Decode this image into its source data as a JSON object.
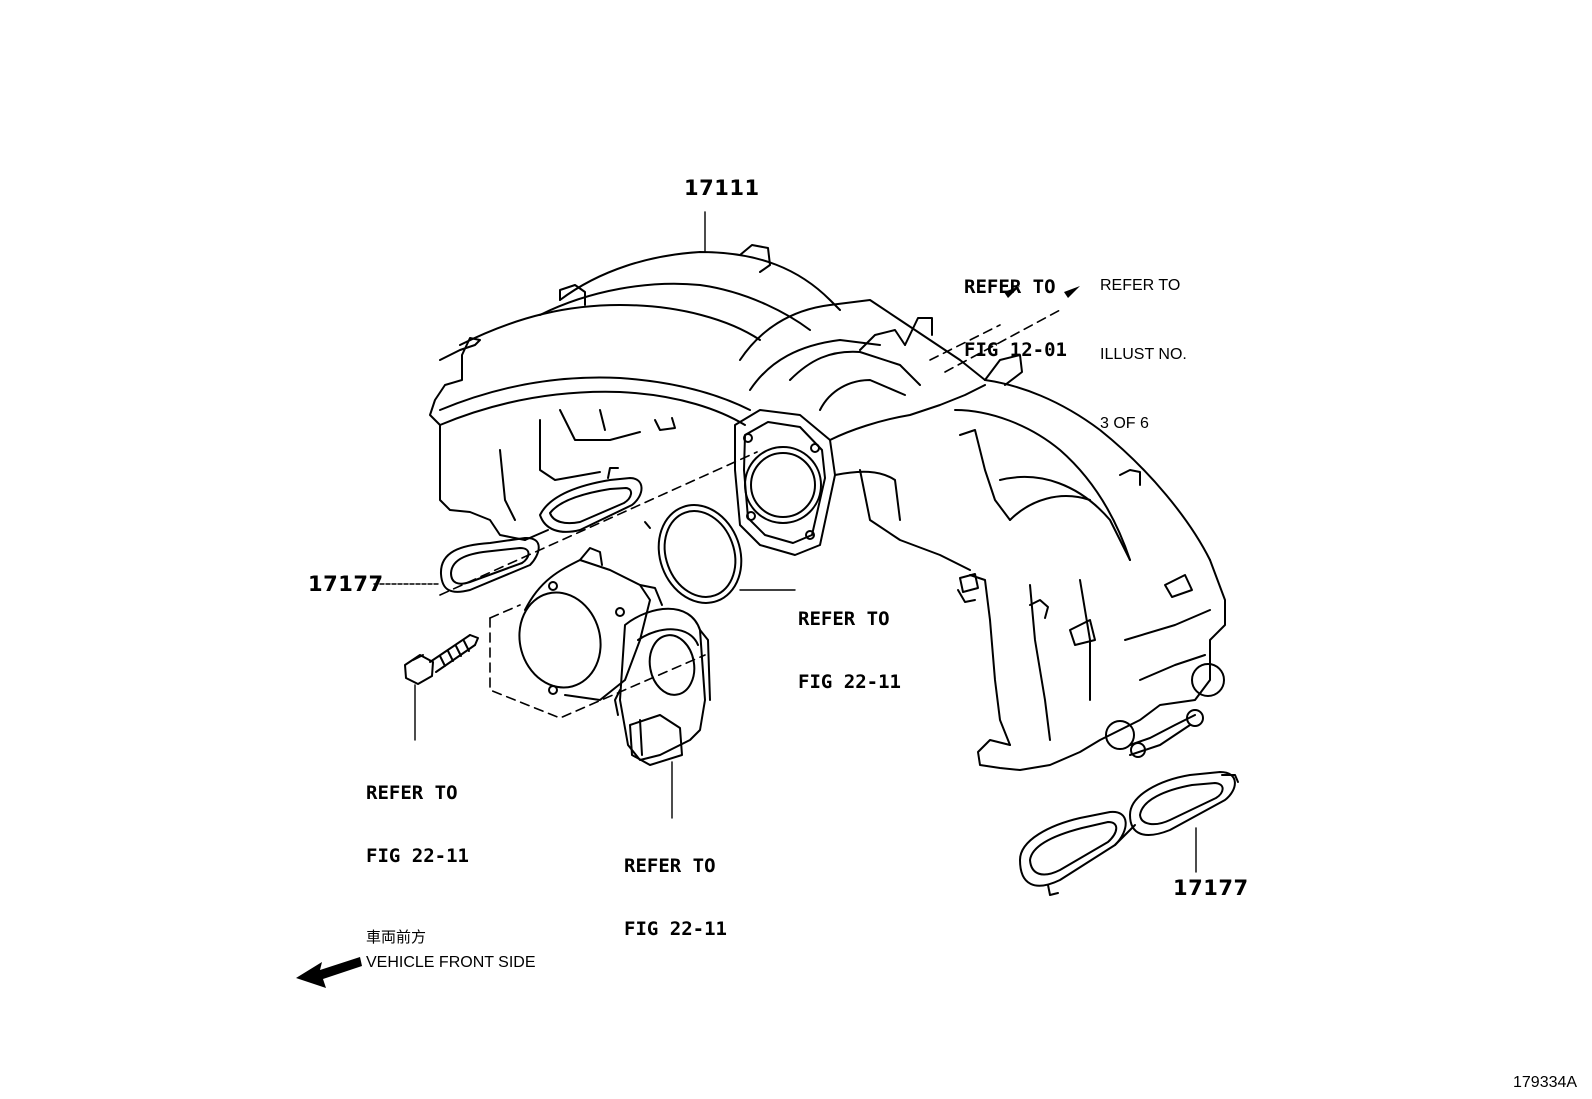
{
  "parts": {
    "manifold": "17111",
    "gasket_left": "17177",
    "gasket_right": "17177"
  },
  "references": {
    "fig_12_01": [
      "REFER TO",
      "FIG 12-01"
    ],
    "illust_3_of_6": [
      "REFER TO",
      "ILLUST NO.",
      "3 OF 6"
    ],
    "gasket_ring_fig": [
      "REFER TO",
      "FIG 22-11"
    ],
    "bolt_fig": [
      "REFER TO",
      "FIG 22-11"
    ],
    "throttle_body_fig": [
      "REFER TO",
      "FIG 22-11"
    ]
  },
  "direction": {
    "japanese": "車両前方",
    "english": "VEHICLE FRONT SIDE"
  },
  "illustration_id": "179334A"
}
